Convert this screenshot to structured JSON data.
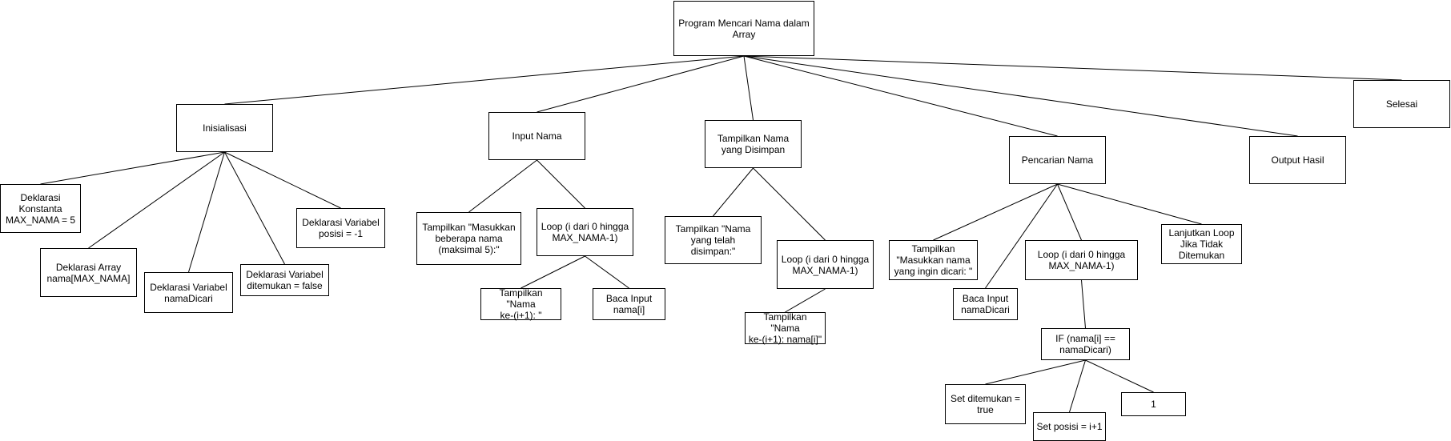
{
  "diagram": {
    "nodes": [
      {
        "id": "root",
        "text": "Program Mencari Nama dalam\nArray"
      },
      {
        "id": "init",
        "text": "Inisialisasi"
      },
      {
        "id": "input",
        "text": "Input Nama"
      },
      {
        "id": "show",
        "text": "Tampilkan Nama\nyang Disimpan"
      },
      {
        "id": "search",
        "text": "Pencarian Nama"
      },
      {
        "id": "output",
        "text": "Output Hasil"
      },
      {
        "id": "end",
        "text": "Selesai"
      },
      {
        "id": "dk",
        "text": "Deklarasi\nKonstanta\nMAX_NAMA = 5"
      },
      {
        "id": "da",
        "text": "Deklarasi Array\nnama[MAX_NAMA]"
      },
      {
        "id": "dvn",
        "text": "Deklarasi Variabel\nnamaDicari"
      },
      {
        "id": "dvd",
        "text": "Deklarasi Variabel\nditemukan = false"
      },
      {
        "id": "dvp",
        "text": "Deklarasi Variabel\nposisi = -1"
      },
      {
        "id": "tm",
        "text": "Tampilkan \"Masukkan\nbeberapa nama\n(maksimal 5):\""
      },
      {
        "id": "loop1",
        "text": "Loop (i dari 0 hingga\nMAX_NAMA-1)"
      },
      {
        "id": "tnk",
        "text": "Tampilkan \"Nama\nke-(i+1): \""
      },
      {
        "id": "bin",
        "text": "Baca Input\nnama[i]"
      },
      {
        "id": "tny",
        "text": "Tampilkan \"Nama\nyang telah disimpan:\""
      },
      {
        "id": "loop2",
        "text": "Loop (i dari 0 hingga\nMAX_NAMA-1)"
      },
      {
        "id": "tnk2",
        "text": "Tampilkan \"Nama\nke-(i+1): nama[i]\""
      },
      {
        "id": "tmc",
        "text": "Tampilkan\n\"Masukkan nama\nyang ingin dicari: \""
      },
      {
        "id": "bind",
        "text": "Baca Input\nnamaDicari"
      },
      {
        "id": "loop3",
        "text": "Loop (i dari 0 hingga\nMAX_NAMA-1)"
      },
      {
        "id": "lanjut",
        "text": "Lanjutkan Loop\nJika Tidak\nDitemukan"
      },
      {
        "id": "if",
        "text": "IF (nama[i] ==\nnamaDicari)"
      },
      {
        "id": "setd",
        "text": "Set ditemukan =\ntrue"
      },
      {
        "id": "setp",
        "text": "Set posisi = i+1"
      },
      {
        "id": "one",
        "text": "1"
      }
    ],
    "edges": [
      [
        "root",
        "init"
      ],
      [
        "root",
        "input"
      ],
      [
        "root",
        "show"
      ],
      [
        "root",
        "search"
      ],
      [
        "root",
        "output"
      ],
      [
        "root",
        "end"
      ],
      [
        "init",
        "dk"
      ],
      [
        "init",
        "da"
      ],
      [
        "init",
        "dvn"
      ],
      [
        "init",
        "dvd"
      ],
      [
        "init",
        "dvp"
      ],
      [
        "input",
        "tm"
      ],
      [
        "input",
        "loop1"
      ],
      [
        "loop1",
        "tnk"
      ],
      [
        "loop1",
        "bin"
      ],
      [
        "show",
        "tny"
      ],
      [
        "show",
        "loop2"
      ],
      [
        "loop2",
        "tnk2"
      ],
      [
        "search",
        "tmc"
      ],
      [
        "search",
        "bind"
      ],
      [
        "search",
        "loop3"
      ],
      [
        "search",
        "lanjut"
      ],
      [
        "loop3",
        "if"
      ],
      [
        "if",
        "setd"
      ],
      [
        "if",
        "setp"
      ],
      [
        "if",
        "one"
      ]
    ]
  }
}
